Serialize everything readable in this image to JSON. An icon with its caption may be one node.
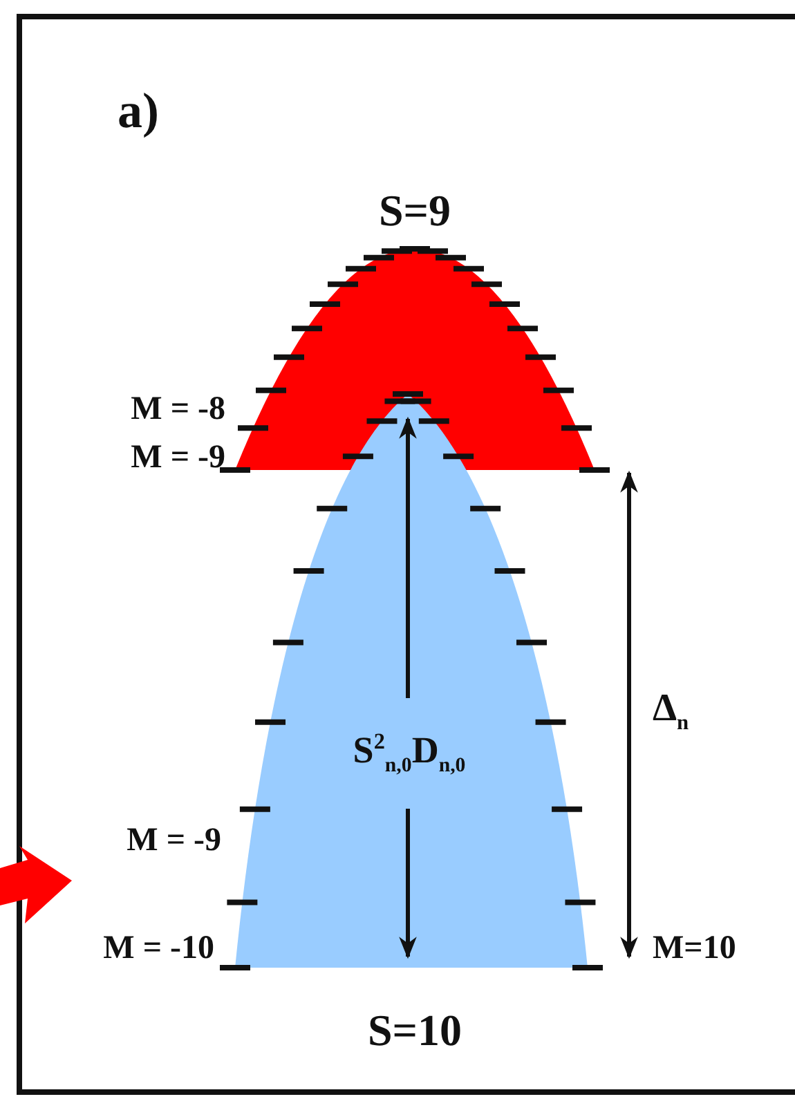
{
  "diagram": {
    "labels": [
      "a)",
      "S=9",
      "M = -8",
      "M = -9",
      "S$^{2}$$_{n,0}$D$_{n,0}$",
      "Δ$_{n}$",
      "M = -9",
      "M = -10",
      "M=10",
      "S=10"
    ]
  }
}
